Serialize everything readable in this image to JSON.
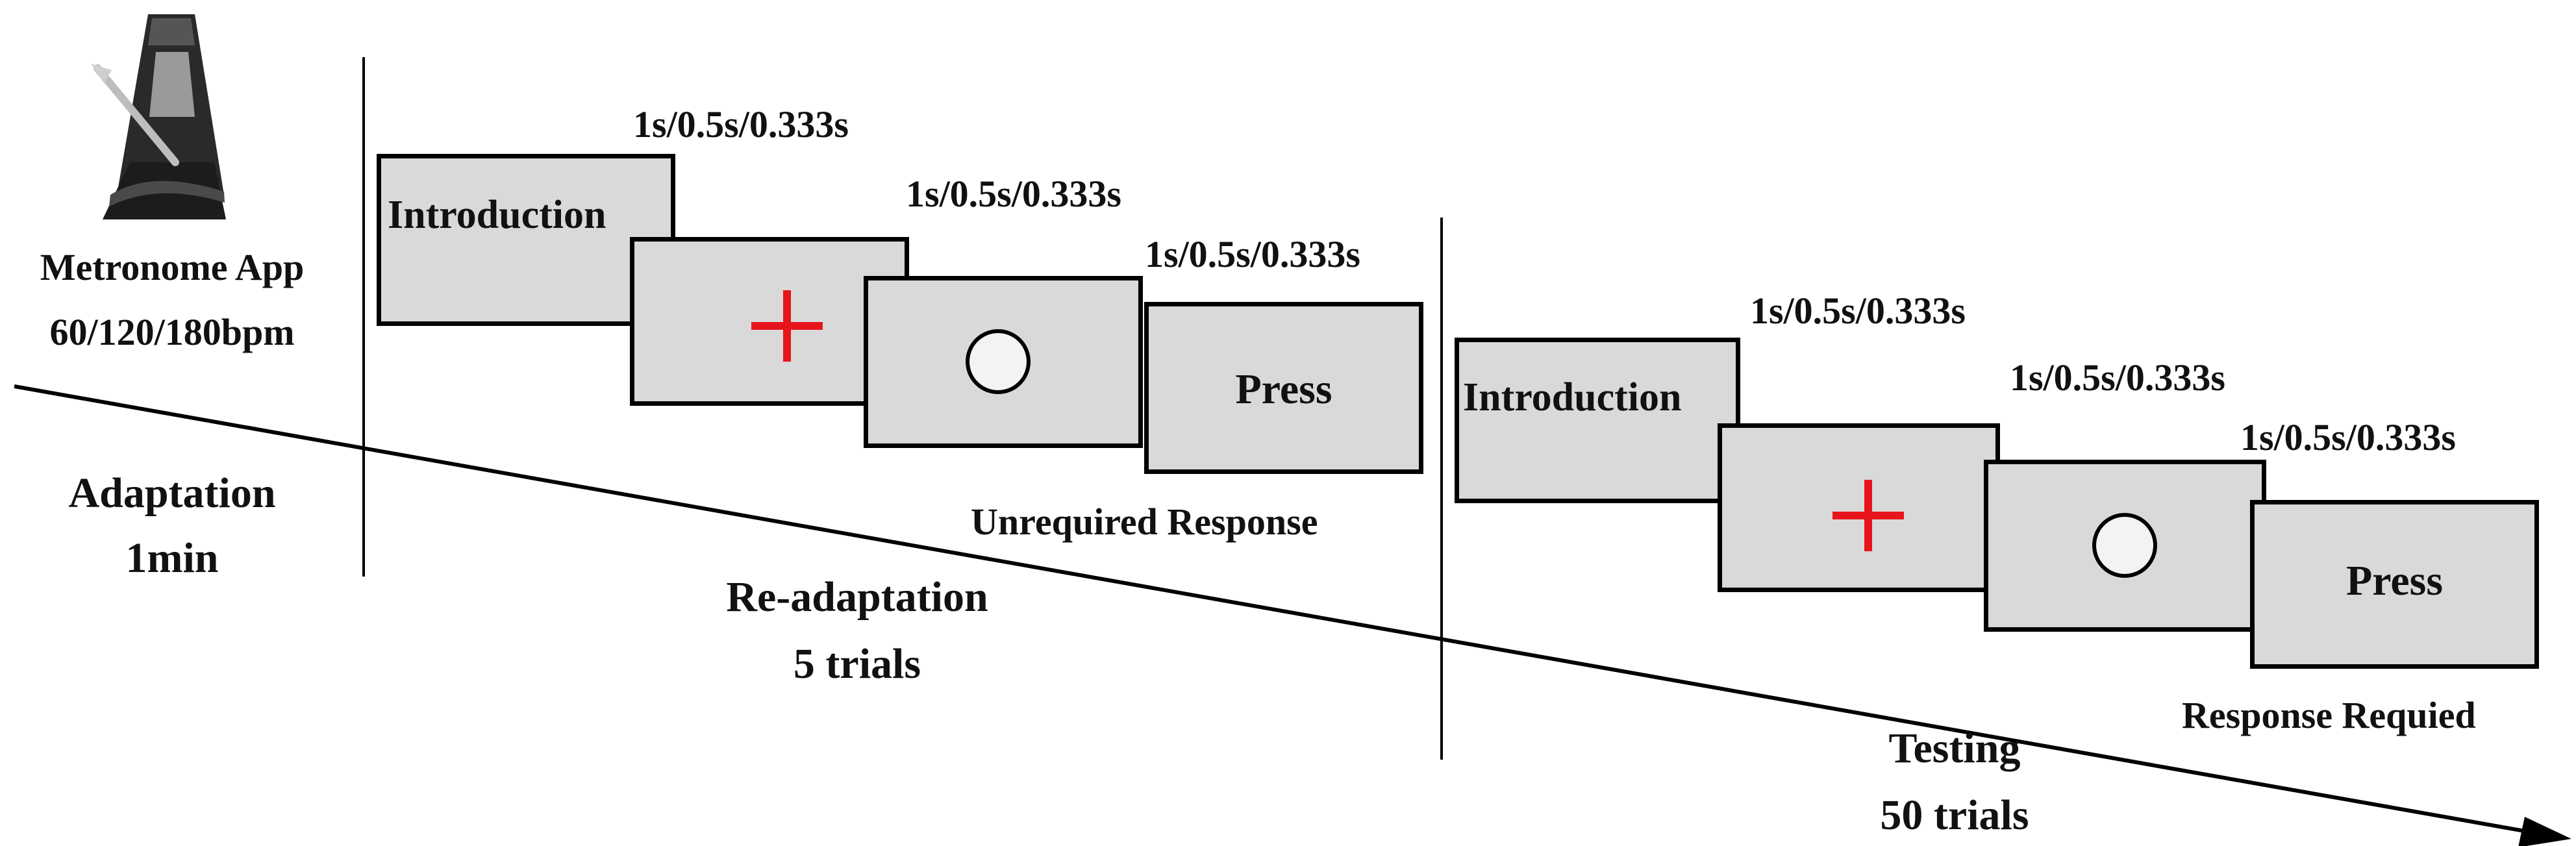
{
  "metronome": {
    "name": "Metronome App",
    "bpm": "60/120/180bpm",
    "icon": "metronome-icon"
  },
  "phases": {
    "adaptation": {
      "title": "Adaptation",
      "detail": "1min"
    },
    "readaptation": {
      "title": "Re-adaptation",
      "detail": "5 trials"
    },
    "testing": {
      "title": "Testing",
      "detail": "50 trials"
    }
  },
  "sequence1": {
    "intro": "Introduction",
    "press": "Press",
    "timing_intro": "1s/0.5s/0.333s",
    "timing_fixation": "1s/0.5s/0.333s",
    "timing_circle": "1s/0.5s/0.333s",
    "response_note": "Unrequired Response"
  },
  "sequence2": {
    "intro": "Introduction",
    "press": "Press",
    "timing_intro": "1s/0.5s/0.333s",
    "timing_fixation": "1s/0.5s/0.333s",
    "timing_circle": "1s/0.5s/0.333s",
    "response_note": "Response Requied"
  },
  "colors": {
    "screen_fill": "#d9d9d9",
    "fixation_cross": "#e8141b",
    "stroke": "#000000"
  }
}
